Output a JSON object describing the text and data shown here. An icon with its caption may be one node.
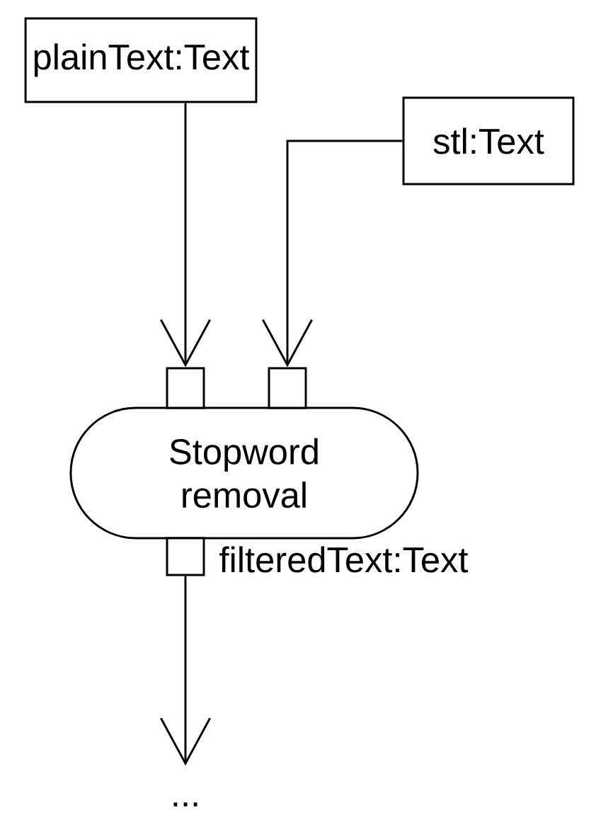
{
  "diagram": {
    "nodes": [
      {
        "text": [
          "plainText:Text"
        ]
      },
      {
        "text": [
          "stl:Text"
        ]
      },
      {
        "text": [
          "Stopword removal"
        ]
      },
      {
        "text": [],
        "shape": "box"
      },
      {
        "text": [],
        "shape": "box"
      },
      {
        "text": [],
        "shape": "box",
        "beside": [
          "filteredText:Text"
        ]
      },
      {
        "text": [
          "..."
        ]
      }
    ],
    "edges": [
      {
        "from": 0,
        "to": 3,
        "arrow": "to"
      },
      {
        "from": 1,
        "to": 4,
        "arrow": "to"
      },
      {
        "from": 5,
        "to": 6,
        "arrow": "to"
      }
    ]
  }
}
